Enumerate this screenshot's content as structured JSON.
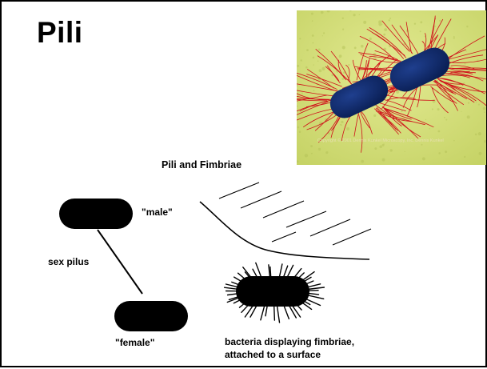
{
  "slide": {
    "title": "Pili"
  },
  "photo": {
    "caption": "Copyright © 2001 Dennis Kunkel Microscopy, Inc.  Dennis Kunkel",
    "background_color": "#d7e27a",
    "cell_color": "#102a6b",
    "pili_color": "#d0101a"
  },
  "diagram": {
    "heading": "Pili and Fimbriae",
    "male_label": "\"male\"",
    "sex_pilus_label": "sex pilus",
    "female_label": "\"female\"",
    "fimbriae_caption_line1": "bacteria displaying fimbriae,",
    "fimbriae_caption_line2": "attached to a surface"
  }
}
